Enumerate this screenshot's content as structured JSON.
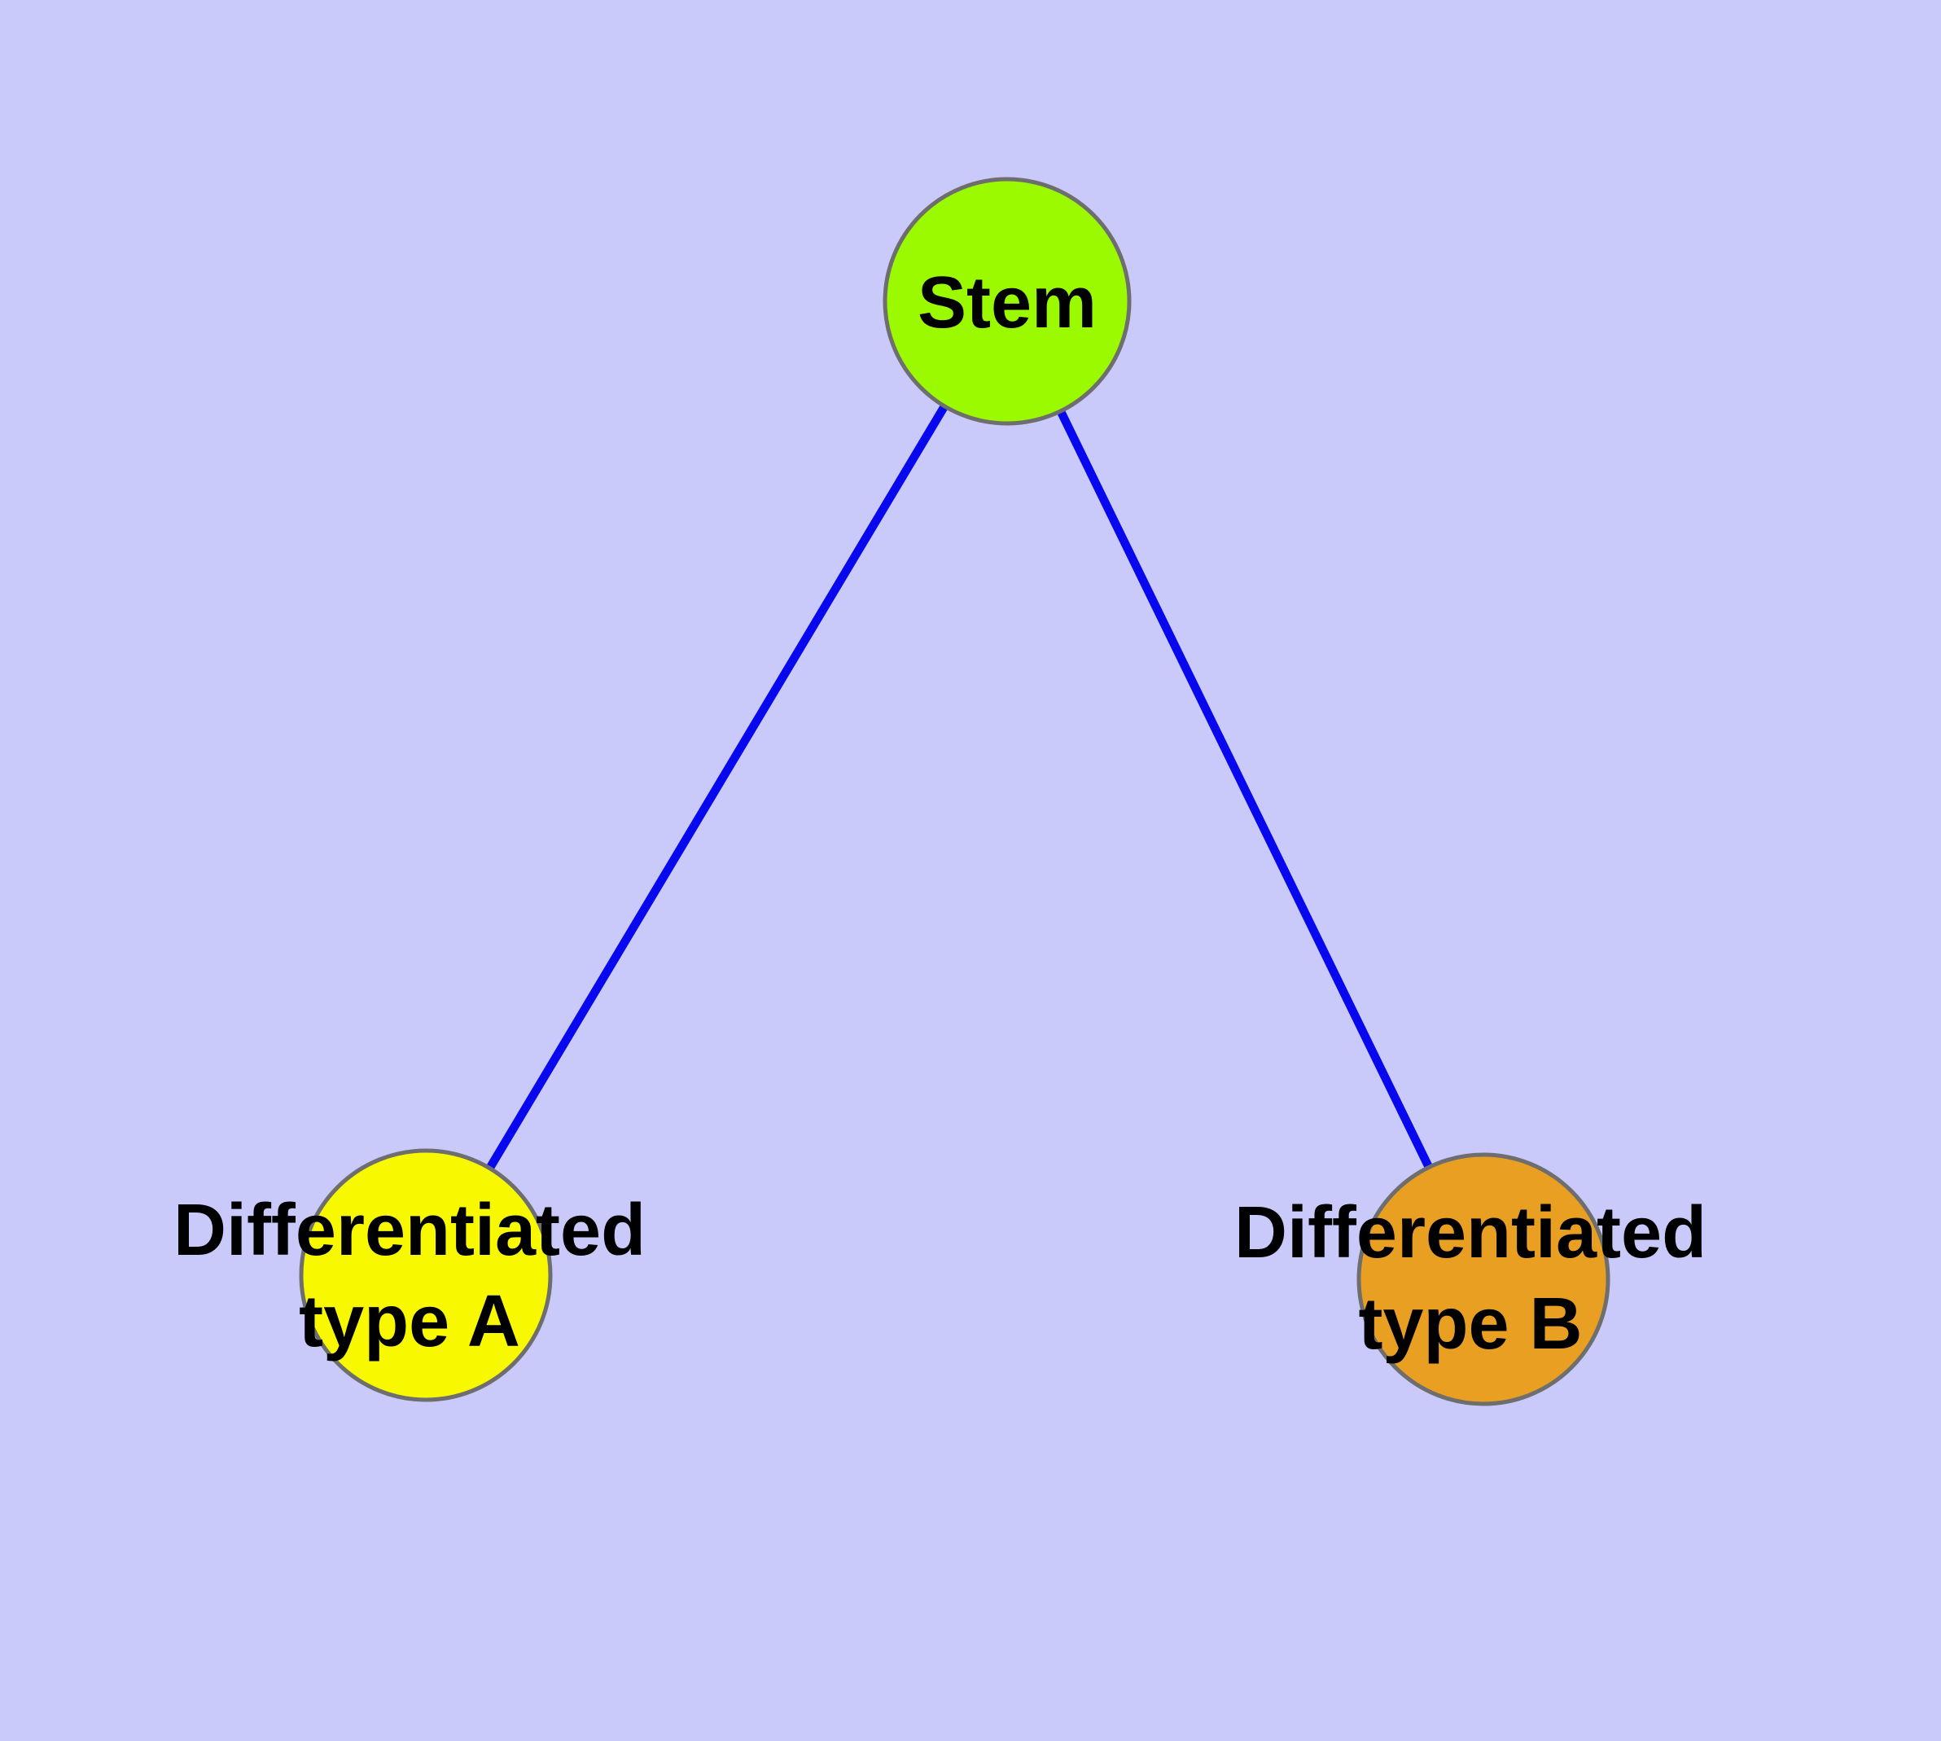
{
  "diagram": {
    "background_color": "#C9C9FA",
    "node_border_color": "#6E6E6E",
    "edge_color": "#0808EE",
    "label_color": "#000000",
    "nodes": {
      "stem": {
        "label": "Stem",
        "fill": "#9BFA00"
      },
      "type_a": {
        "label": "Differentiated\ntype A",
        "fill": "#F8F800"
      },
      "type_b": {
        "label": "Differentiated\ntype B",
        "fill": "#E9A022"
      }
    },
    "edges": [
      {
        "from": "Stem",
        "to": "Differentiated type A"
      },
      {
        "from": "Stem",
        "to": "Differentiated type B"
      }
    ]
  }
}
